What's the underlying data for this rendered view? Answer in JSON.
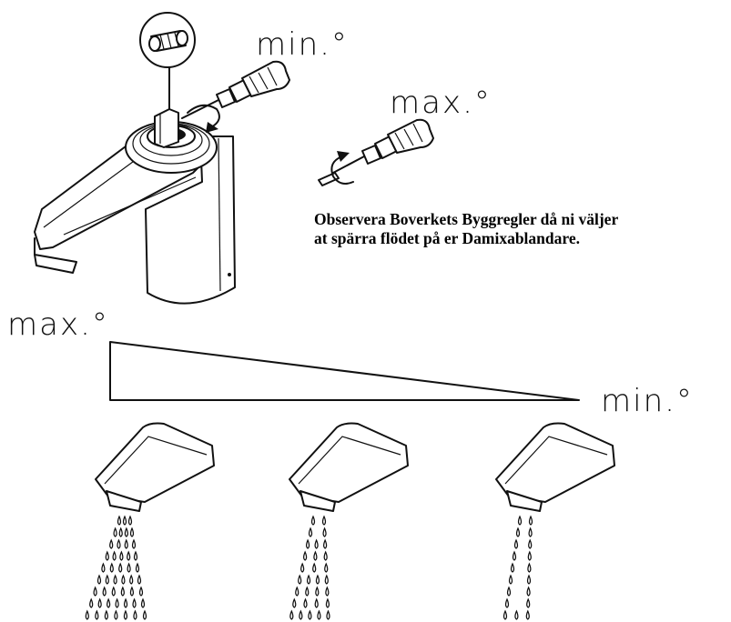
{
  "labels": {
    "min_top": "min.°",
    "max_top": "max.°",
    "max_left": "max.°",
    "min_right": "min.°"
  },
  "note": {
    "line1": "Observera Boverkets Byggregler då ni väljer",
    "line2": "at spärra flödet på er Damixablandare."
  },
  "flow_levels": [
    {
      "level": "max"
    },
    {
      "level": "mid"
    },
    {
      "level": "min"
    }
  ],
  "colors": {
    "line": "#111111",
    "background": "#ffffff"
  }
}
